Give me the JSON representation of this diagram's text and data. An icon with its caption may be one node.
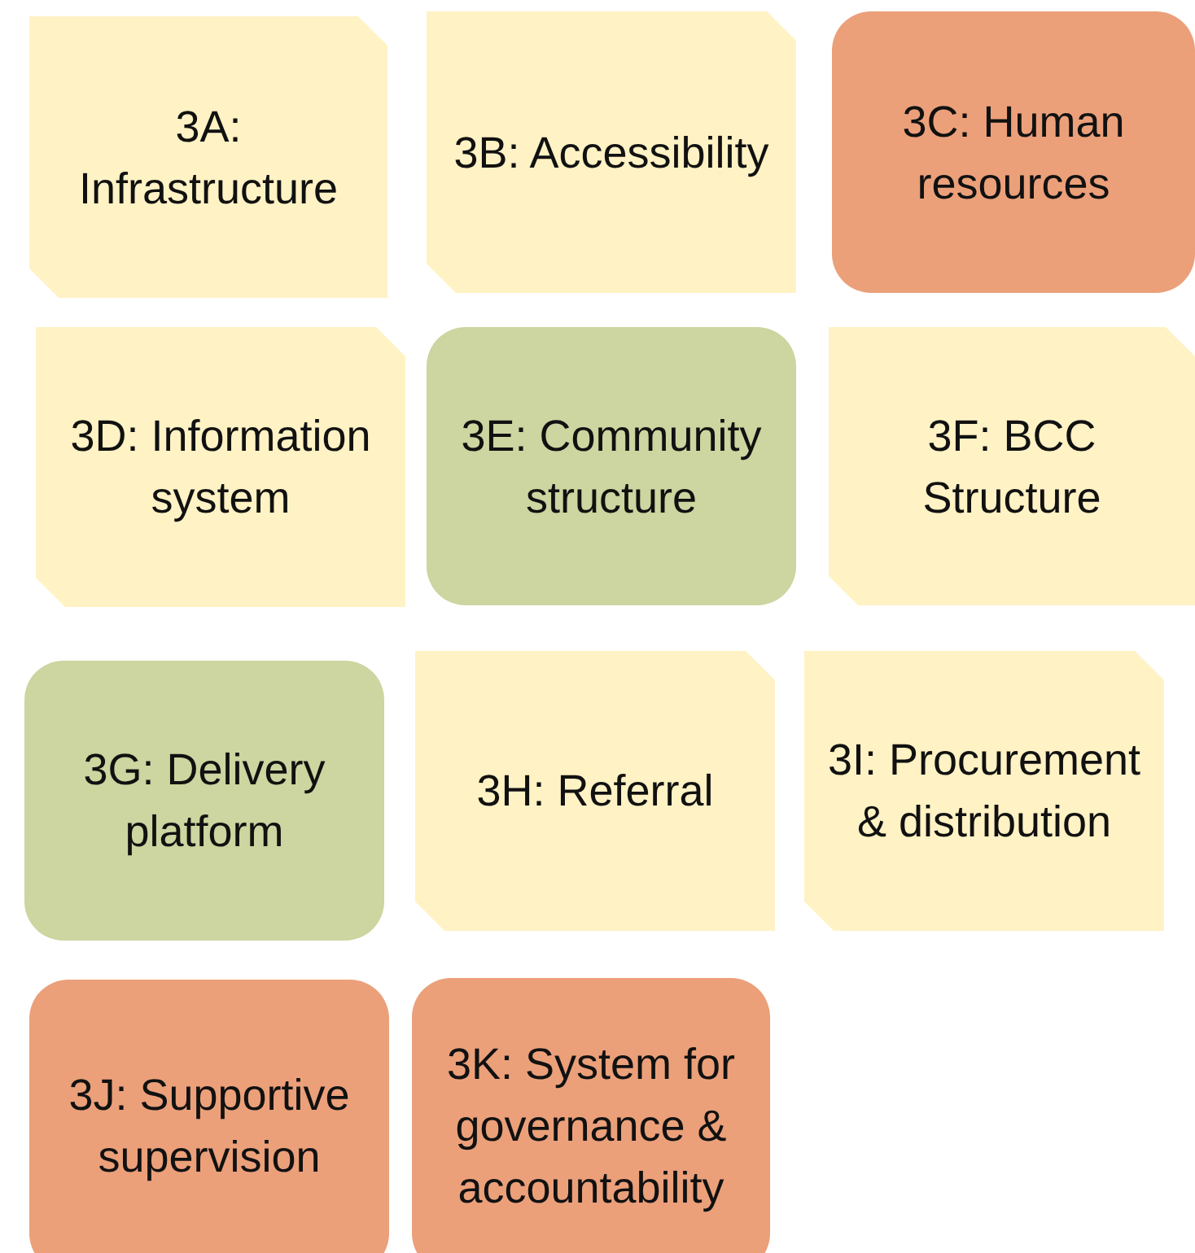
{
  "diagram": {
    "nodes": [
      {
        "text": [
          "3A: Infrastructure"
        ]
      },
      {
        "text": [
          "3B: Accessibility"
        ]
      },
      {
        "text": [
          "3C: Human resources"
        ]
      },
      {
        "text": [
          "3D: Information system"
        ]
      },
      {
        "text": [
          "3E: Community structure"
        ]
      },
      {
        "text": [
          "3F: BCC Structure"
        ]
      },
      {
        "text": [
          "3G: Delivery platform"
        ]
      },
      {
        "text": [
          "3H: Referral"
        ]
      },
      {
        "text": [
          "3I: Procurement & distribution"
        ]
      },
      {
        "text": [
          "3J: Supportive supervision"
        ]
      },
      {
        "text": [
          "3K: System for governance & accountability"
        ]
      }
    ]
  }
}
